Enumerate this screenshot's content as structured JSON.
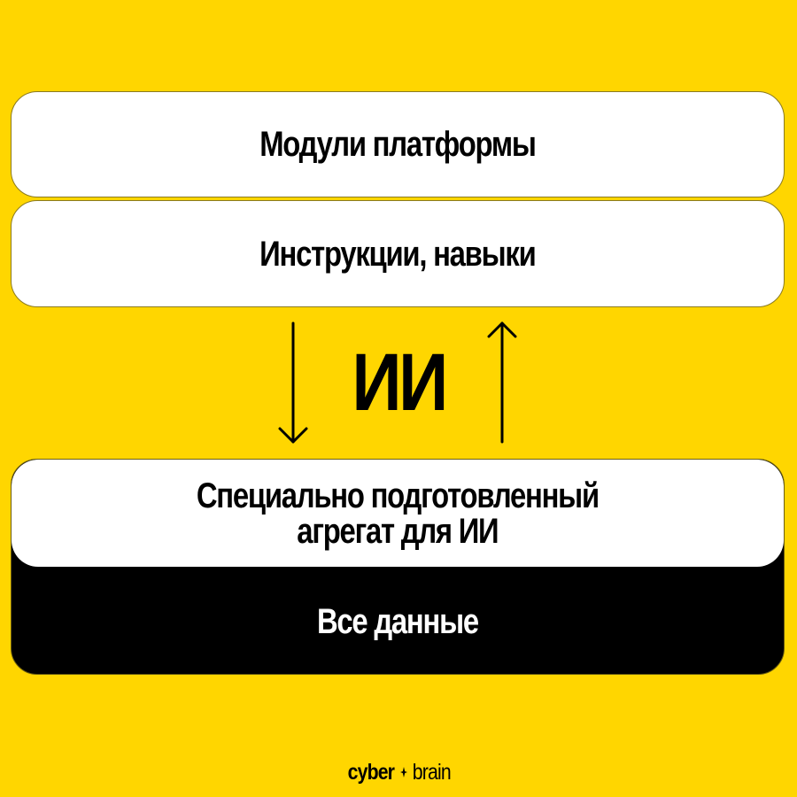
{
  "diagram": {
    "layers": [
      {
        "label": "Модули платформы"
      },
      {
        "label": "Инструкции, навыки"
      }
    ],
    "center_label": "ИИ",
    "arrows": [
      {
        "direction": "down",
        "icon": "arrow-down-icon"
      },
      {
        "direction": "up",
        "icon": "arrow-up-icon"
      }
    ],
    "data_stack": {
      "top_line1": "Специально подготовленный",
      "top_line2": "агрегат для ИИ",
      "bottom": "Все данные"
    }
  },
  "brand": {
    "left": "cyber",
    "separator_icon": "spark-icon",
    "right": "brain"
  },
  "colors": {
    "background": "#FFD600",
    "card": "#FFFFFF",
    "dark": "#000000"
  }
}
